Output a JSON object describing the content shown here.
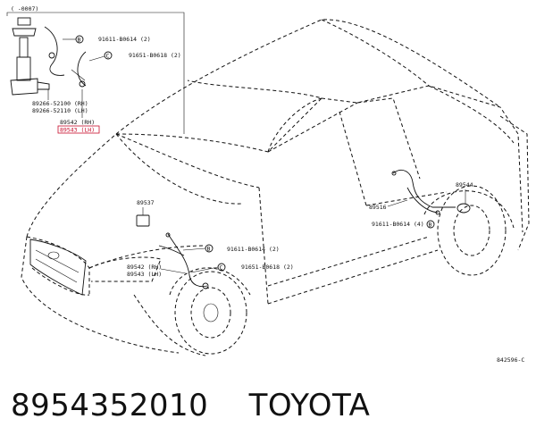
{
  "diagram": {
    "range_label": "(      -0007)",
    "callouts": {
      "c1_bolt": "91611-B0614 (2)",
      "c1_clip": "91651-B0618 (2)",
      "c1_sensor_rh": "89266-52100 (RH)",
      "c1_sensor_lh": "89266-52110 (LH)",
      "c1_part_rh": "89542 (RH)",
      "c1_part_lh": "89543 (LH)",
      "relay": "89537",
      "front_bolt": "91611-B0614 (2)",
      "front_clip": "91651-B0618 (2)",
      "front_rh": "89542 (RH)",
      "front_lh": "89543 (LH)",
      "rear_sensor": "89516",
      "rear_part": "89544",
      "rear_bolt": "91611-B0614 (4)"
    },
    "ref_code": "842596-C",
    "markers": {
      "b": "B",
      "c": "C"
    },
    "accent_red": "#c8102e"
  },
  "caption": {
    "part_number": "8954352010",
    "brand": "TOYOTA"
  }
}
